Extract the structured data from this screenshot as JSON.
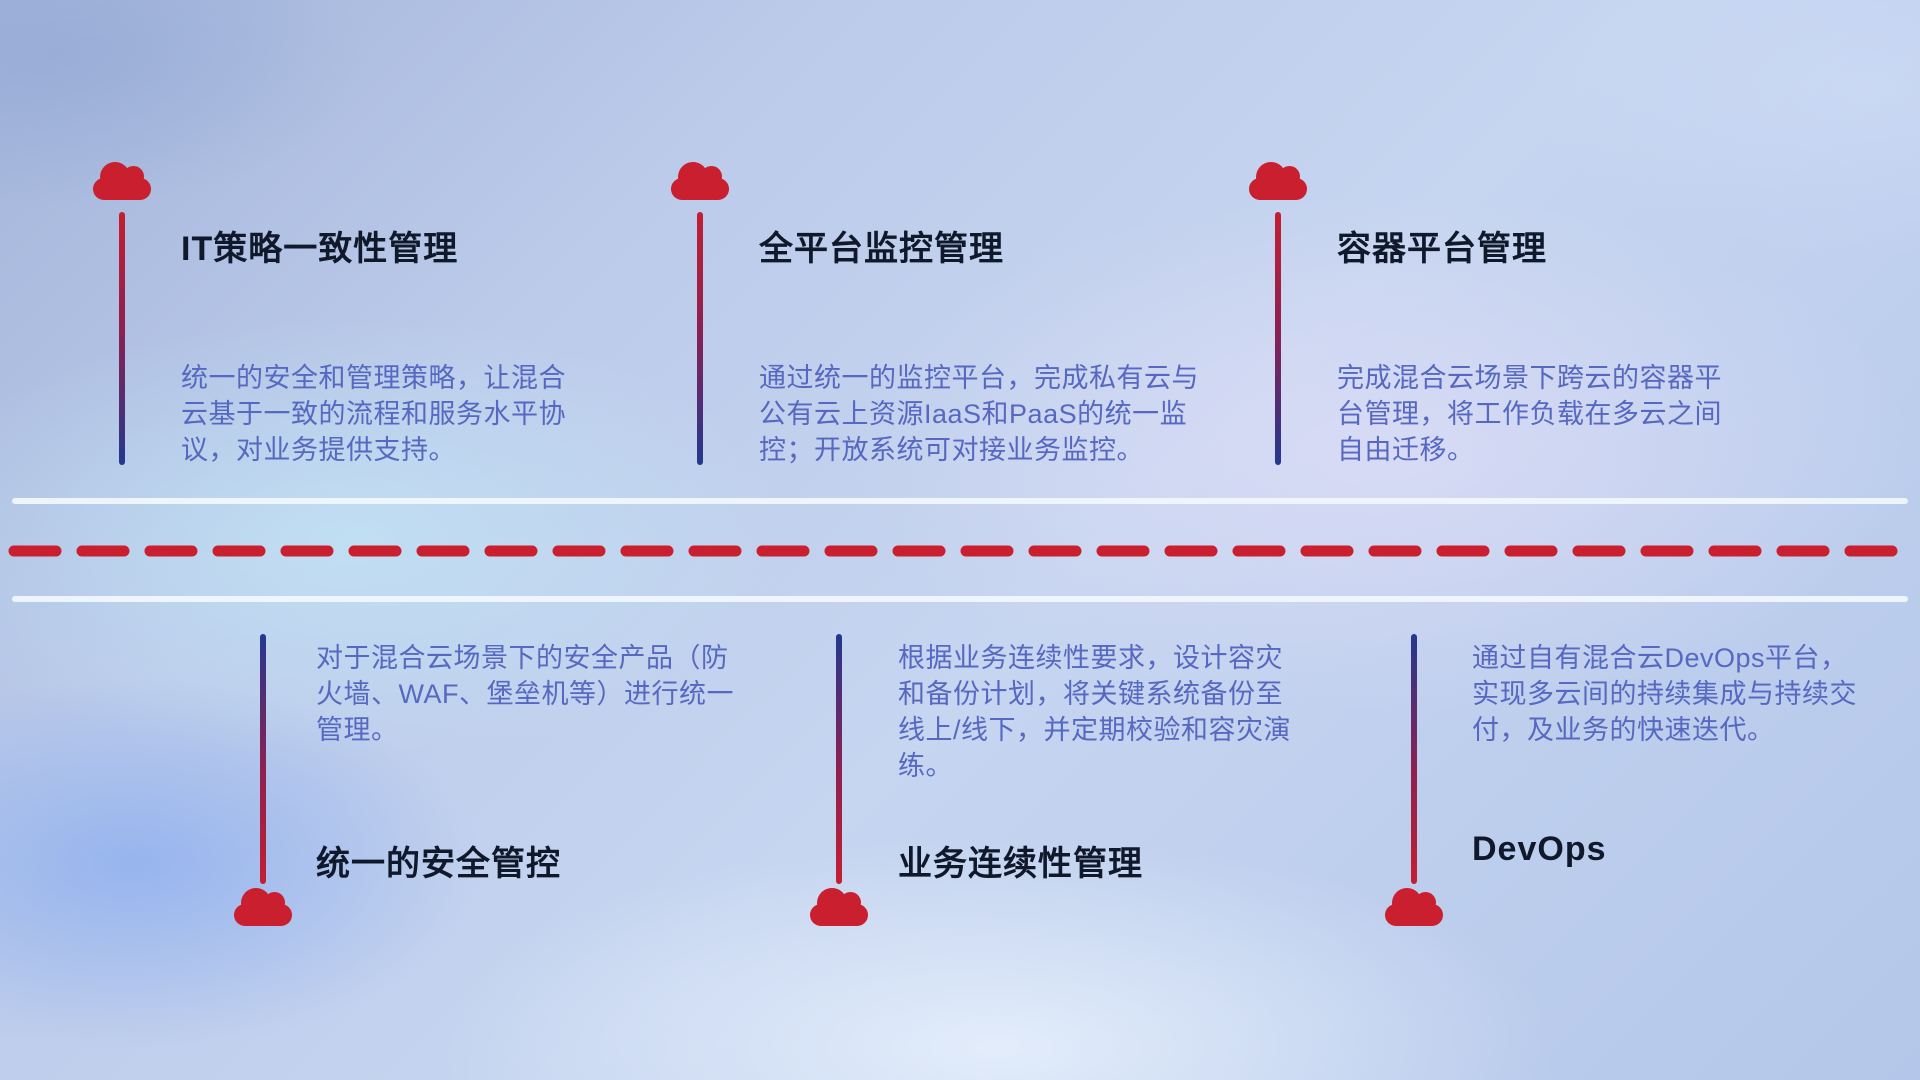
{
  "colors": {
    "accent_red": "#c91f2e",
    "accent_blue": "#23388f",
    "title_color": "#10182b",
    "desc_color": "#5668c1",
    "divider_light": "#f2f7fd"
  },
  "icons": {
    "cloud": "cloud-icon"
  },
  "top_items": [
    {
      "title": "IT策略一致性管理",
      "desc": "统一的安全和管理策略，让混合云基于一致的流程和服务水平协议，对业务提供支持。"
    },
    {
      "title": "全平台监控管理",
      "desc": "通过统一的监控平台，完成私有云与公有云上资源IaaS和PaaS的统一监控；开放系统可对接业务监控。"
    },
    {
      "title": "容器平台管理",
      "desc": "完成混合云场景下跨云的容器平台管理，将工作负载在多云之间自由迁移。"
    }
  ],
  "bottom_items": [
    {
      "title": "统一的安全管控",
      "desc": "对于混合云场景下的安全产品（防火墙、WAF、堡垒机等）进行统一管理。"
    },
    {
      "title": "业务连续性管理",
      "desc": "根据业务连续性要求，设计容灾和备份计划，将关键系统备份至线上/线下，并定期校验和容灾演练。"
    },
    {
      "title": "DevOps",
      "desc": "通过自有混合云DevOps平台，实现多云间的持续集成与持续交付，及业务的快速迭代。"
    }
  ]
}
